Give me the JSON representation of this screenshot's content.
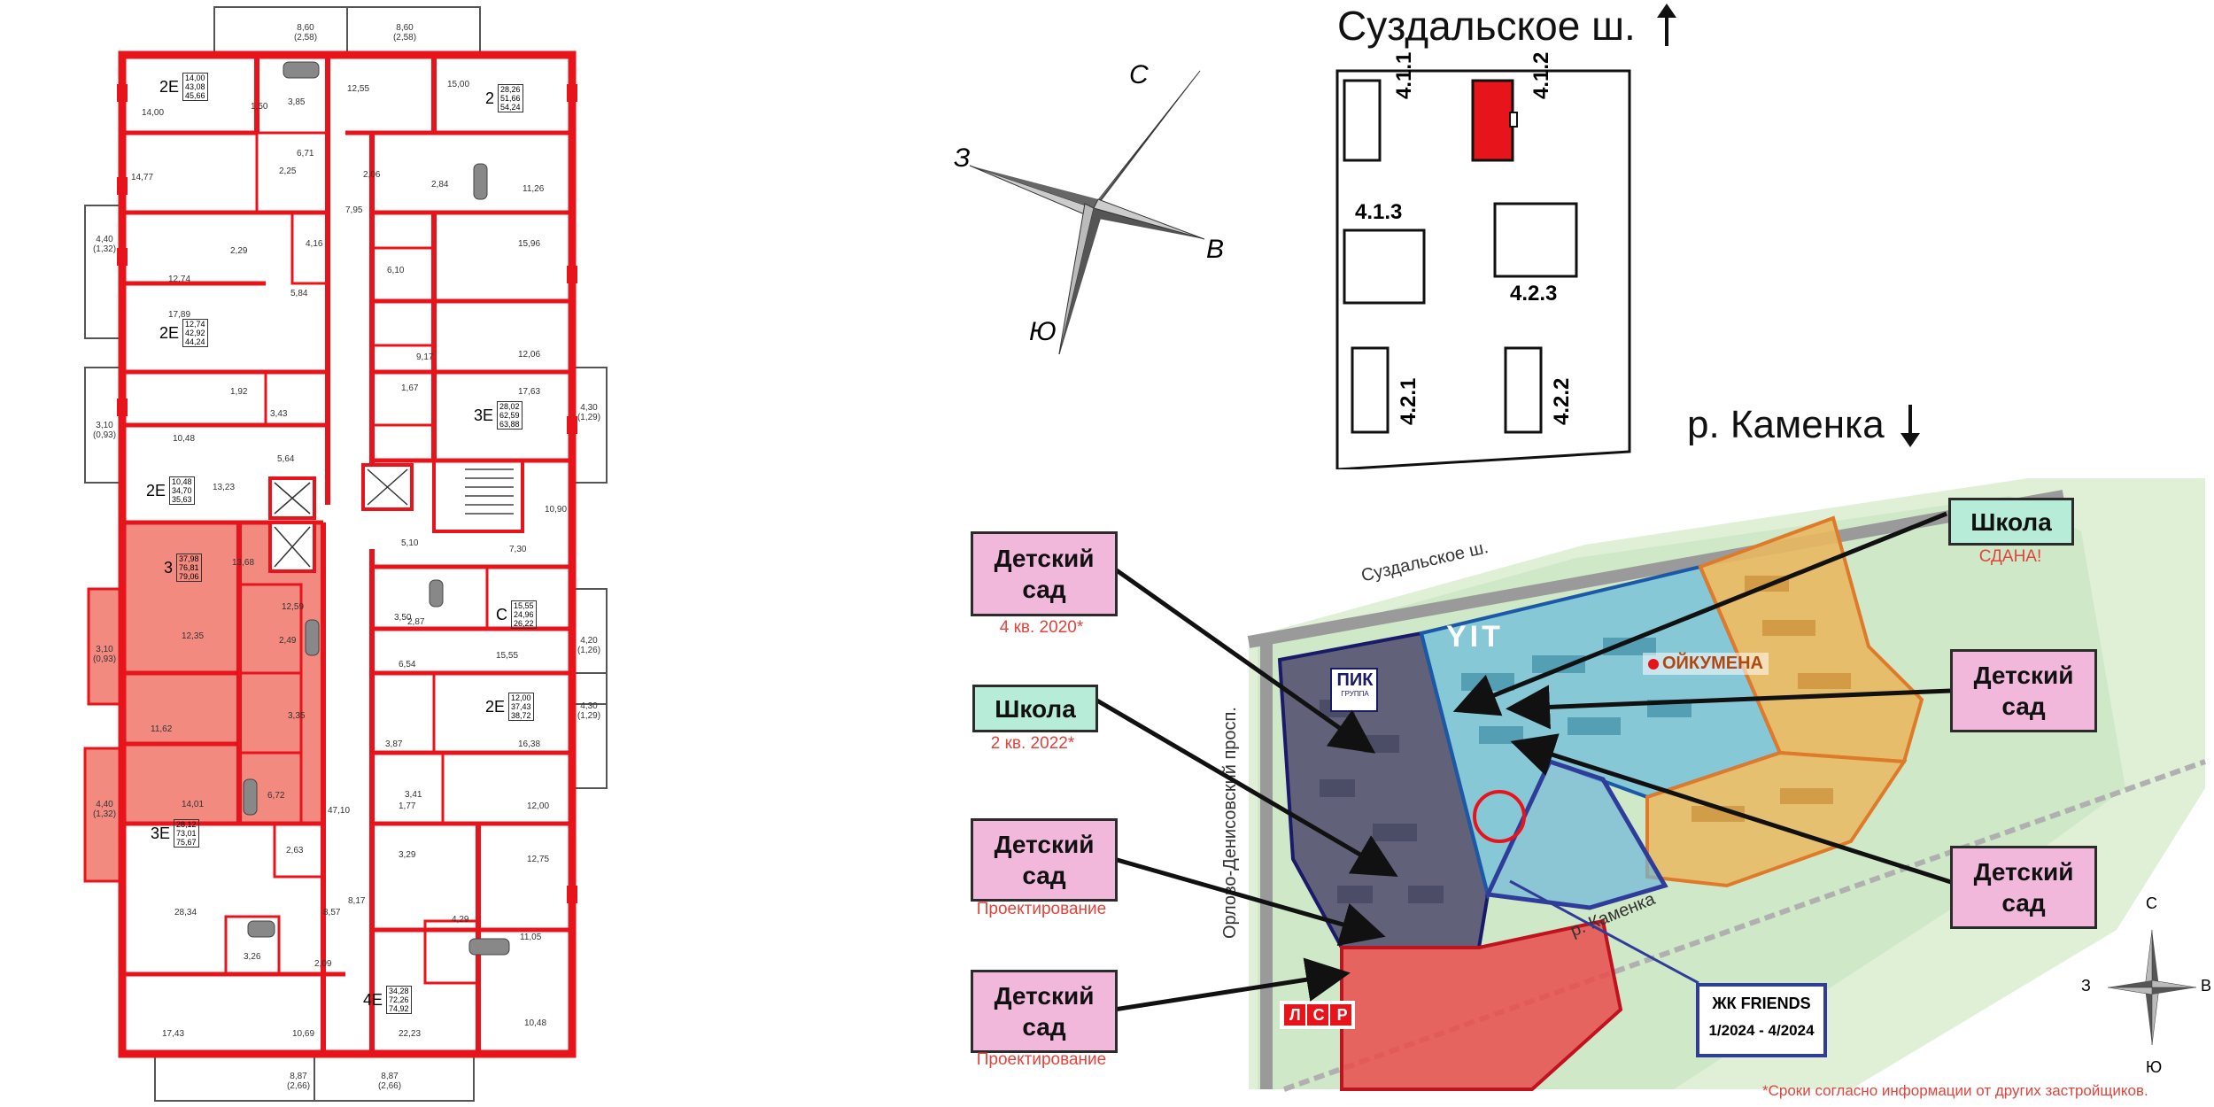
{
  "floor_plan": {
    "balconies_top": [
      {
        "area": "8,60",
        "alt": "(2,58)"
      },
      {
        "area": "8,60",
        "alt": "(2,58)"
      }
    ],
    "balconies_bottom": [
      {
        "area": "8,87",
        "alt": "(2,66)"
      },
      {
        "area": "8,87",
        "alt": "(2,66)"
      }
    ],
    "balconies_left": [
      {
        "area": "4,40",
        "alt": "(1,32)"
      },
      {
        "area": "3,10",
        "alt": "(0,93)"
      },
      {
        "area": "3,10",
        "alt": "(0,93)"
      },
      {
        "area": "4,40",
        "alt": "(1,32)"
      }
    ],
    "balconies_right": [
      {
        "area": "4,30",
        "alt": "(1,29)"
      },
      {
        "area": "4,20",
        "alt": "(1,26)"
      },
      {
        "area": "4,30",
        "alt": "(1,29)"
      }
    ],
    "apartments": [
      {
        "type": "2Е",
        "areas": [
          "14,00",
          "43,08",
          "45,66"
        ]
      },
      {
        "type": "2",
        "areas": [
          "28,26",
          "51,66",
          "54,24"
        ]
      },
      {
        "type": "2Е",
        "areas": [
          "12,74",
          "42,92",
          "44,24"
        ]
      },
      {
        "type": "3Е",
        "areas": [
          "28,02",
          "62,59",
          "63,88"
        ]
      },
      {
        "type": "2Е",
        "areas": [
          "10,48",
          "34,70",
          "35,63"
        ]
      },
      {
        "type": "3",
        "areas": [
          "37,98",
          "76,81",
          "79,06"
        ],
        "highlighted": true
      },
      {
        "type": "С",
        "areas": [
          "15,55",
          "24,96",
          "26,22"
        ]
      },
      {
        "type": "2Е",
        "areas": [
          "12,00",
          "37,43",
          "38,72"
        ]
      },
      {
        "type": "3Е",
        "areas": [
          "28,12",
          "73,01",
          "75,67"
        ]
      },
      {
        "type": "4Е",
        "areas": [
          "34,28",
          "72,26",
          "74,92"
        ]
      }
    ],
    "room_labels": [
      "14,00",
      "1,50",
      "3,85",
      "12,55",
      "15,00",
      "14,77",
      "6,71",
      "2,25",
      "2,06",
      "2,84",
      "11,26",
      "7,95",
      "12,74",
      "2,29",
      "4,16",
      "6,10",
      "15,96",
      "5,84",
      "17,89",
      "9,17",
      "12,06",
      "1,92",
      "3,43",
      "1,67",
      "17,63",
      "10,48",
      "5,64",
      "13,23",
      "10,90",
      "7,30",
      "5,10",
      "13,68",
      "12,59",
      "3,50",
      "2,87",
      "12,35",
      "2,49",
      "15,55",
      "6,54",
      "11,62",
      "3,35",
      "16,38",
      "3,87",
      "14,01",
      "6,72",
      "3,41",
      "1,77",
      "47,10",
      "12,00",
      "2,63",
      "3,29",
      "12,75",
      "28,34",
      "8,57",
      "8,17",
      "11,05",
      "4,29",
      "3,26",
      "2,09",
      "17,43",
      "10,69",
      "22,23",
      "10,48"
    ]
  },
  "site_map": {
    "road_top": "Суздальское ш.",
    "river": "р. Каменка",
    "buildings": [
      "4.1.1",
      "4.1.2",
      "4.1.3",
      "4.2.3",
      "4.2.1",
      "4.2.2"
    ],
    "selected_building": "4.1.2",
    "selected_color": "#e8141b"
  },
  "compass": {
    "north": "С",
    "south": "Ю",
    "west": "З",
    "east": "В"
  },
  "aerial": {
    "road_label": "Суздальское ш.",
    "prospect_label": "Орлово-Денисовский просп.",
    "river_label": "р. Каменка",
    "developers": [
      "YIT",
      "ОЙКУМЕНА",
      "ПИК",
      "ЛСР"
    ],
    "pik_sub": "ГРУППА",
    "project_box": {
      "title": "ЖК FRIENDS",
      "dates": "1/2024 - 4/2024"
    }
  },
  "callouts": [
    {
      "label": "Детский сад",
      "status": "4 кв. 2020*",
      "kind": "kindergarten"
    },
    {
      "label": "Школа",
      "status": "2 кв. 2022*",
      "kind": "school"
    },
    {
      "label": "Детский сад",
      "status": "Проектирование",
      "kind": "kindergarten"
    },
    {
      "label": "Детский сад",
      "status": "Проектирование",
      "kind": "kindergarten"
    },
    {
      "label": "Школа",
      "status": "СДАНА!",
      "kind": "school"
    },
    {
      "label": "Детский сад",
      "status": "",
      "kind": "kindergarten"
    },
    {
      "label": "Детский сад",
      "status": "",
      "kind": "kindergarten"
    }
  ],
  "footnote": "*Сроки согласно информации от других застройщиков.",
  "colors": {
    "wall_red": "#e8141b",
    "highlight_fill": "#f28a80",
    "callout_pink": "#f2b8dc",
    "callout_green": "#b7ecd8",
    "status_red": "#e0443c",
    "project_blue": "#2f3c9a"
  }
}
